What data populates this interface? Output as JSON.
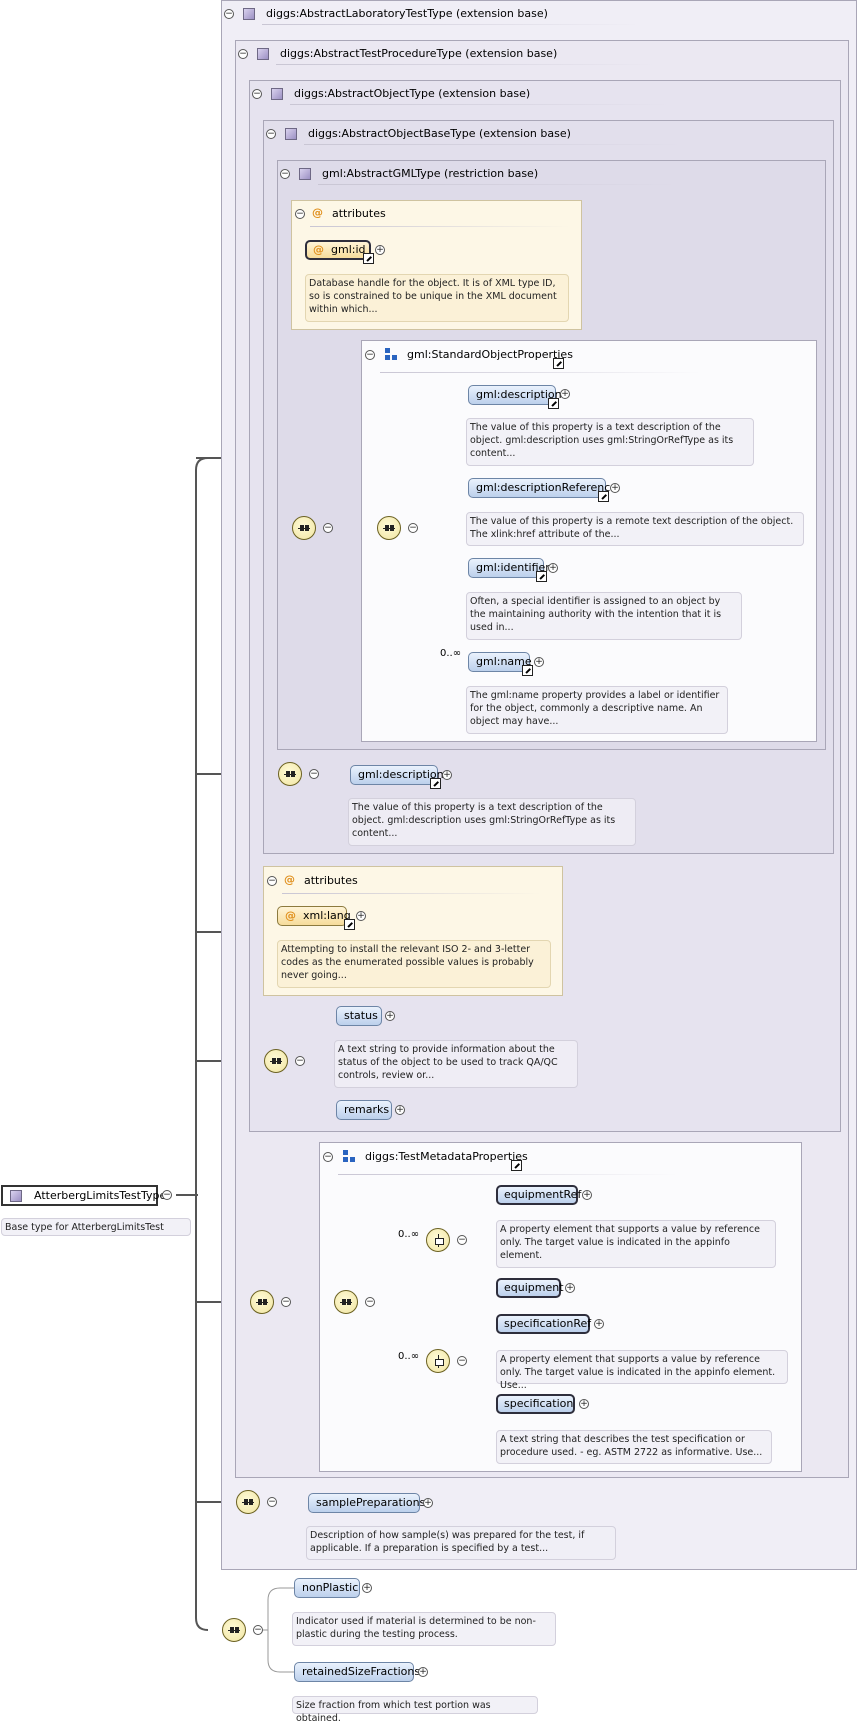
{
  "types": {
    "lab": "diggs:AbstractLaboratoryTestType (extension base)",
    "proc": "diggs:AbstractTestProcedureType (extension base)",
    "obj": "diggs:AbstractObjectType (extension base)",
    "objbase": "diggs:AbstractObjectBaseType (extension base)",
    "gml": "gml:AbstractGMLType (restriction base)"
  },
  "root": {
    "name": "AtterbergLimitsTestType",
    "doc": "Base type for AtterbergLimitsTest"
  },
  "gml_attrs": {
    "title": "attributes",
    "id_name": "gml:id",
    "id_doc": "Database handle for the object. It is of XML type ID, so is constrained to be unique in the XML document within which..."
  },
  "std_props": {
    "title": "gml:StandardObjectProperties",
    "description": "gml:description",
    "description_doc": "The value of this property is a text description of the object. gml:description uses gml:StringOrRefType as its content...",
    "description_ref": "gml:descriptionReference",
    "description_ref_doc": "The value of this property is a remote text description of the object. The xlink:href attribute of the...",
    "identifier": "gml:identifier",
    "identifier_doc": "Often, a special identifier is assigned to an object by the maintaining authority with the intention that it is used in...",
    "name_card": "0..∞",
    "name": "gml:name",
    "name_doc": "The gml:name property provides a label or identifier for the object, commonly a descriptive name. An object may have..."
  },
  "objbase": {
    "description": "gml:description",
    "description_doc": "The value of this property is a text description of the object. gml:description uses gml:StringOrRefType as its content..."
  },
  "obj_attrs": {
    "title": "attributes",
    "lang_name": "xml:lang",
    "lang_doc": "Attempting to install the relevant ISO 2- and 3-letter codes as the enumerated possible values is probably never going..."
  },
  "obj": {
    "status": "status",
    "status_doc": "A text string to provide information about the status of the object to be used to track QA/QC controls, review or...",
    "remarks": "remarks"
  },
  "test_meta": {
    "title": "diggs:TestMetadataProperties",
    "card1": "0..∞",
    "equipment_ref": "equipmentRef",
    "equipment_ref_doc": "A property element that supports a value by reference only. The target value is indicated in the appinfo element.",
    "equipment": "equipment",
    "card2": "0..∞",
    "spec_ref": "specificationRef",
    "spec_ref_doc": "A property element that supports a value by reference only. The target value is indicated in the appinfo element. Use...",
    "spec": "specification",
    "spec_doc": "A text string that describes the test specification or procedure used. - eg. ASTM 2722 as informative. Use..."
  },
  "lab": {
    "sample_prep": "samplePreparations",
    "sample_prep_doc": "Description of how sample(s) was prepared for the test, if applicable. If a preparation is specified by a test..."
  },
  "own": {
    "non_plastic": "nonPlastic",
    "non_plastic_doc": "Indicator used if material is determined to be non-plastic during the testing process.",
    "retained": "retainedSizeFractions",
    "retained_doc": "Size fraction from which test portion was obtained."
  }
}
